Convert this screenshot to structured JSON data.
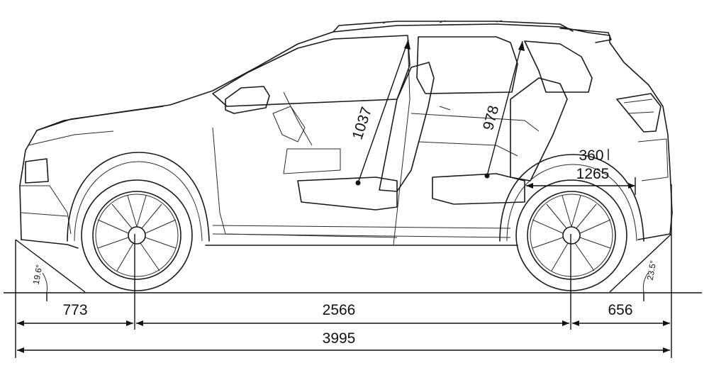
{
  "dimensions": {
    "front_overhang": "773",
    "wheelbase": "2566",
    "rear_overhang": "656",
    "overall_length": "3995",
    "front_headroom": "1037",
    "rear_headroom": "978",
    "boot_height": "360",
    "boot_length": "1265"
  },
  "angles": {
    "approach": "19.6°",
    "departure": "23.5°"
  },
  "colors": {
    "line": "#1a1a1a",
    "background": "#ffffff"
  }
}
